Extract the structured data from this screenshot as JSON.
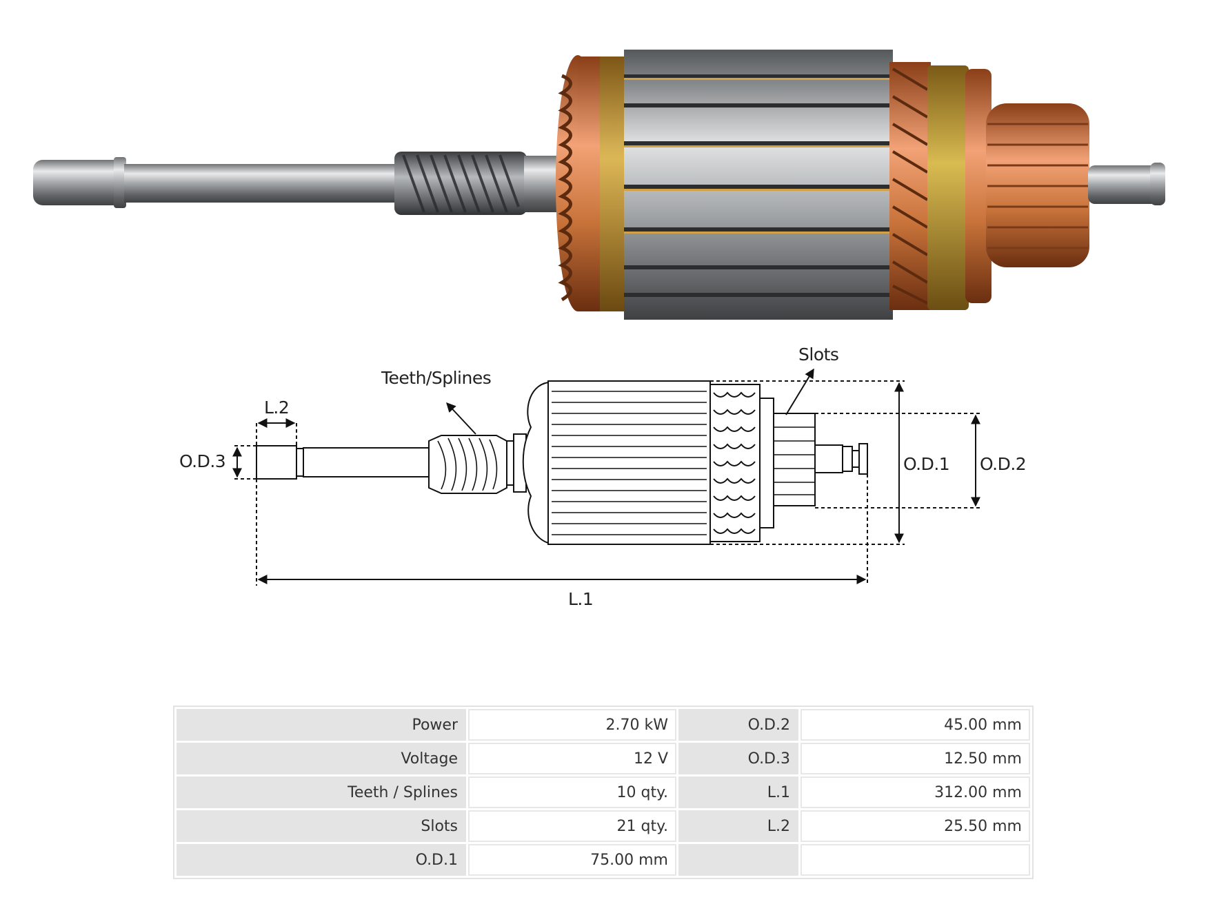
{
  "diagram": {
    "labels": {
      "teeth_splines": "Teeth/Splines",
      "slots": "Slots",
      "l2": "L.2",
      "od3": "O.D.3",
      "od1": "O.D.1",
      "od2": "O.D.2",
      "l1": "L.1"
    }
  },
  "specs": {
    "rows": [
      {
        "k1": "Power",
        "v1": "2.70 kW",
        "k2": "O.D.2",
        "v2": "45.00 mm"
      },
      {
        "k1": "Voltage",
        "v1": "12 V",
        "k2": "O.D.3",
        "v2": "12.50 mm"
      },
      {
        "k1": "Teeth / Splines",
        "v1": "10 qty.",
        "k2": "L.1",
        "v2": "312.00 mm"
      },
      {
        "k1": "Slots",
        "v1": "21 qty.",
        "k2": "L.2",
        "v2": "25.50 mm"
      },
      {
        "k1": "O.D.1",
        "v1": "75.00 mm",
        "k2": "",
        "v2": ""
      }
    ]
  },
  "colors": {
    "copper": "#c8733a",
    "steel": "#b9bcbf",
    "varnish": "#c9a63a"
  }
}
